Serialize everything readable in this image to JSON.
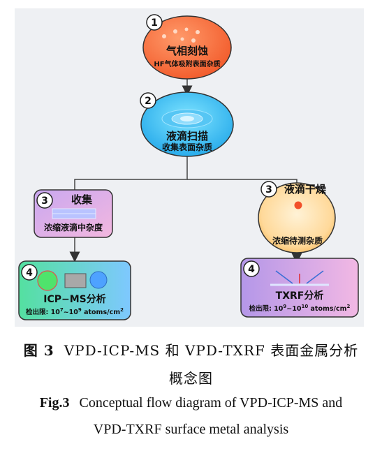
{
  "nodes": {
    "n1": {
      "num": "1",
      "title": "气相刻蚀",
      "sub": "HF气体吸附表面杂质"
    },
    "n2": {
      "num": "2",
      "title": "液滴扫描",
      "sub": "收集表面杂质"
    },
    "n3a": {
      "num": "3",
      "title": "收集",
      "sub": "浓缩液滴中杂度"
    },
    "n3b": {
      "num": "3",
      "title": "液滴干燥",
      "sub": "浓缩待测杂质"
    },
    "n4a": {
      "num": "4",
      "title": "ICP−MS分析",
      "sub_prefix": "检出限: 10",
      "sub_sup1": "7",
      "sub_mid": "~10",
      "sub_sup2": "9",
      "sub_suffix": " atoms/cm",
      "sub_sup3": "2"
    },
    "n4b": {
      "num": "4",
      "title": "TXRF分析",
      "sub_prefix": "检出限: 10",
      "sub_sup1": "9",
      "sub_mid": "~10",
      "sub_sup2": "10",
      "sub_suffix": " atoms/cm",
      "sub_sup3": "2"
    }
  },
  "caption": {
    "zh_label": "图 3",
    "zh_line1": "VPD-ICP-MS 和 VPD-TXRF 表面金属分析",
    "zh_line2": "概念图",
    "en_label": "Fig.3",
    "en_line1": "Conceptual flow diagram of VPD-ICP-MS and",
    "en_line2": "VPD-TXRF surface metal analysis"
  }
}
